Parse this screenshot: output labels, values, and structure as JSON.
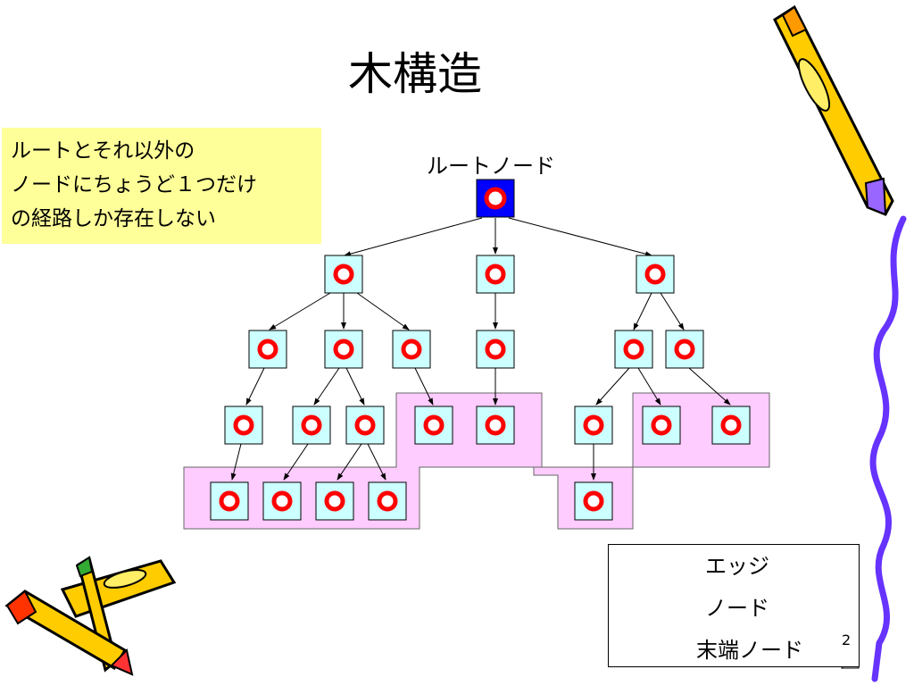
{
  "slide": {
    "title": "木構造",
    "page_number": "2"
  },
  "callout": {
    "lines": [
      "ルートとそれ以外の",
      "ノードにちょうど１つだけ",
      "の経路しか存在しない"
    ]
  },
  "diagram": {
    "root_label": "ルートノード"
  },
  "legend": {
    "edge_label": "エッジ",
    "node_label": "ノード",
    "leaf_label": "末端ノード"
  },
  "colors": {
    "root_fill": "#0000ff",
    "node_fill": "#ccffff",
    "node_ring": "#ff0000",
    "leaf_region": "#ffccff",
    "callout_bg": "#ffff99",
    "squiggle": "#6633ff"
  }
}
